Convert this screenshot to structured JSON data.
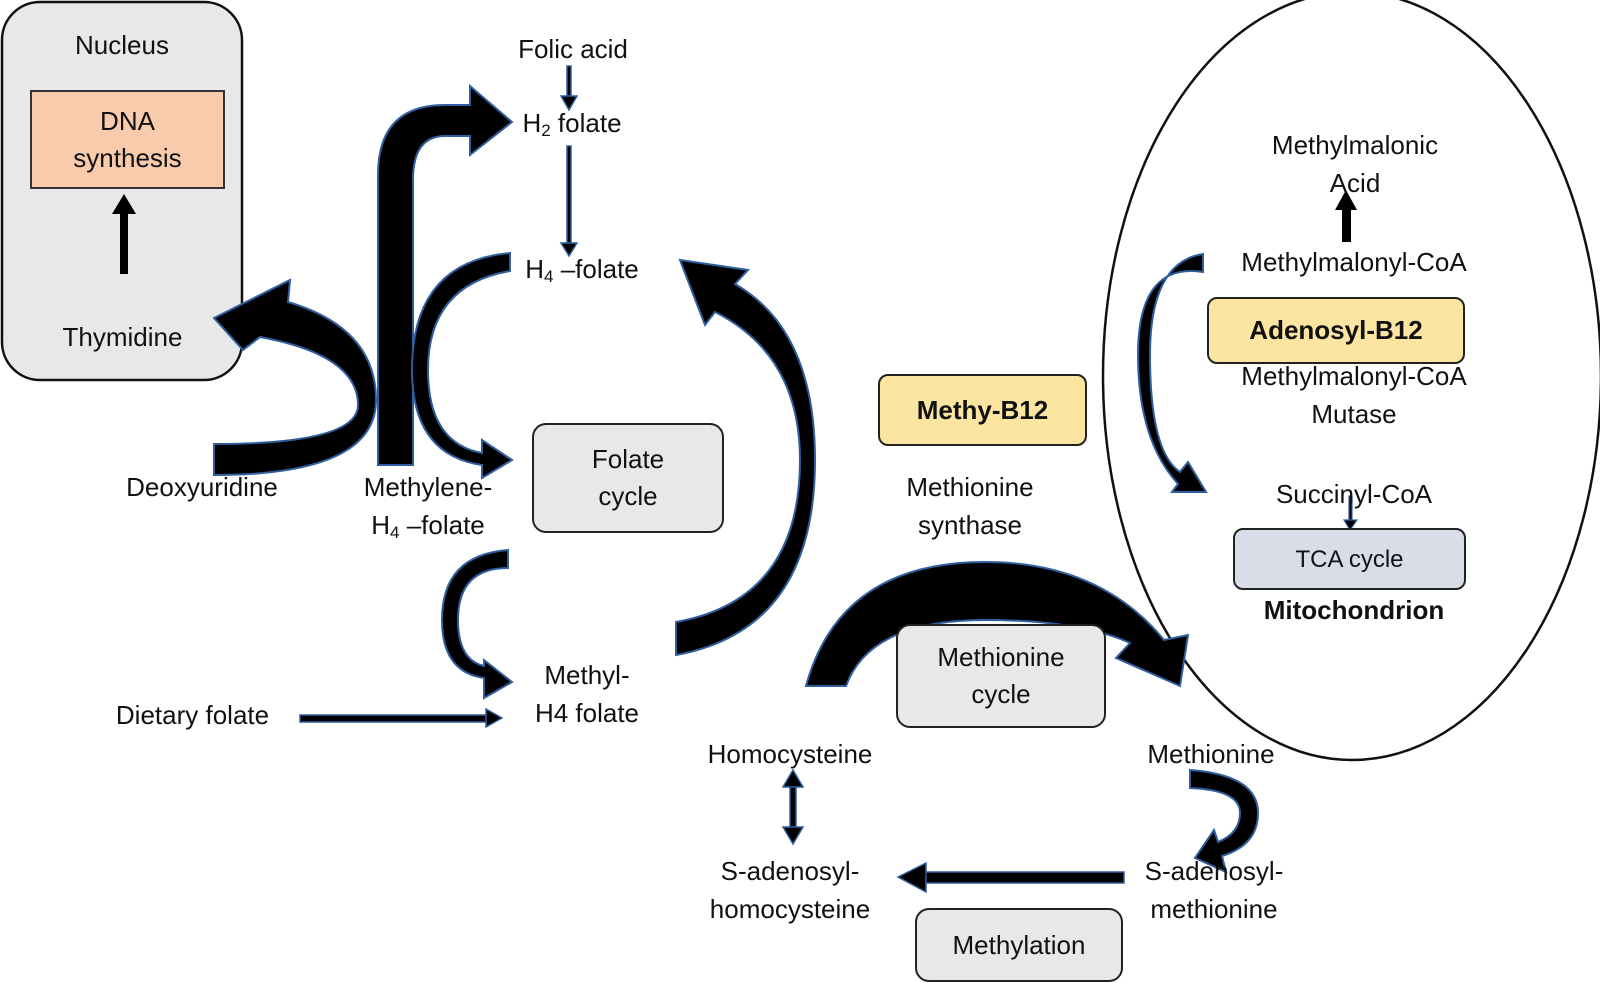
{
  "nucleus": {
    "title": "Nucleus",
    "dna_synthesis": "DNA synthesis",
    "thymidine": "Thymidine"
  },
  "folate": {
    "folic_acid": "Folic acid",
    "h2_folate_prefix": "H",
    "h2_folate_sub": "2",
    "h2_folate_suffix": " folate",
    "h4_folate_prefix": "H",
    "h4_folate_sub": "4",
    "h4_folate_suffix": " –folate",
    "deoxyuridine": "Deoxyuridine",
    "methylene_line1": "Methylene-",
    "methylene_line2_prefix": "H",
    "methylene_line2_sub": "4",
    "methylene_line2_suffix": " –folate",
    "folate_cycle": "Folate cycle",
    "methyl_h4_line1": "Methyl-",
    "methyl_h4_line2": "H4 folate",
    "dietary_folate": "Dietary folate"
  },
  "methionine": {
    "methy_b12": "Methy-B12",
    "synthase_line1": "Methionine",
    "synthase_line2": "synthase",
    "cycle": "Methionine cycle",
    "homocysteine": "Homocysteine",
    "methionine": "Methionine",
    "sah_line1": "S-adenosyl-",
    "sah_line2": "homocysteine",
    "sam_line1": "S-adenosyl-",
    "sam_line2": "methionine",
    "methylation": "Methylation"
  },
  "mitochondrion": {
    "mma_line1": "Methylmalonic",
    "mma_line2": "Acid",
    "methylmalonyl_coa": "Methylmalonyl-CoA",
    "adenosyl_b12": "Adenosyl-B12",
    "mutase_line1": "Methylmalonyl-CoA",
    "mutase_line2": "Mutase",
    "succinyl_coa": "Succinyl-CoA",
    "tca_cycle": "TCA cycle",
    "title": "Mitochondrion"
  },
  "colors": {
    "arrow_fill": "#000000",
    "arrow_outline": "#2f5f9e",
    "grey_box": "#e8e8e8",
    "dna_box": "#f8cbad",
    "b12_box": "#fbe5a0",
    "tca_box": "#d9dde8"
  }
}
